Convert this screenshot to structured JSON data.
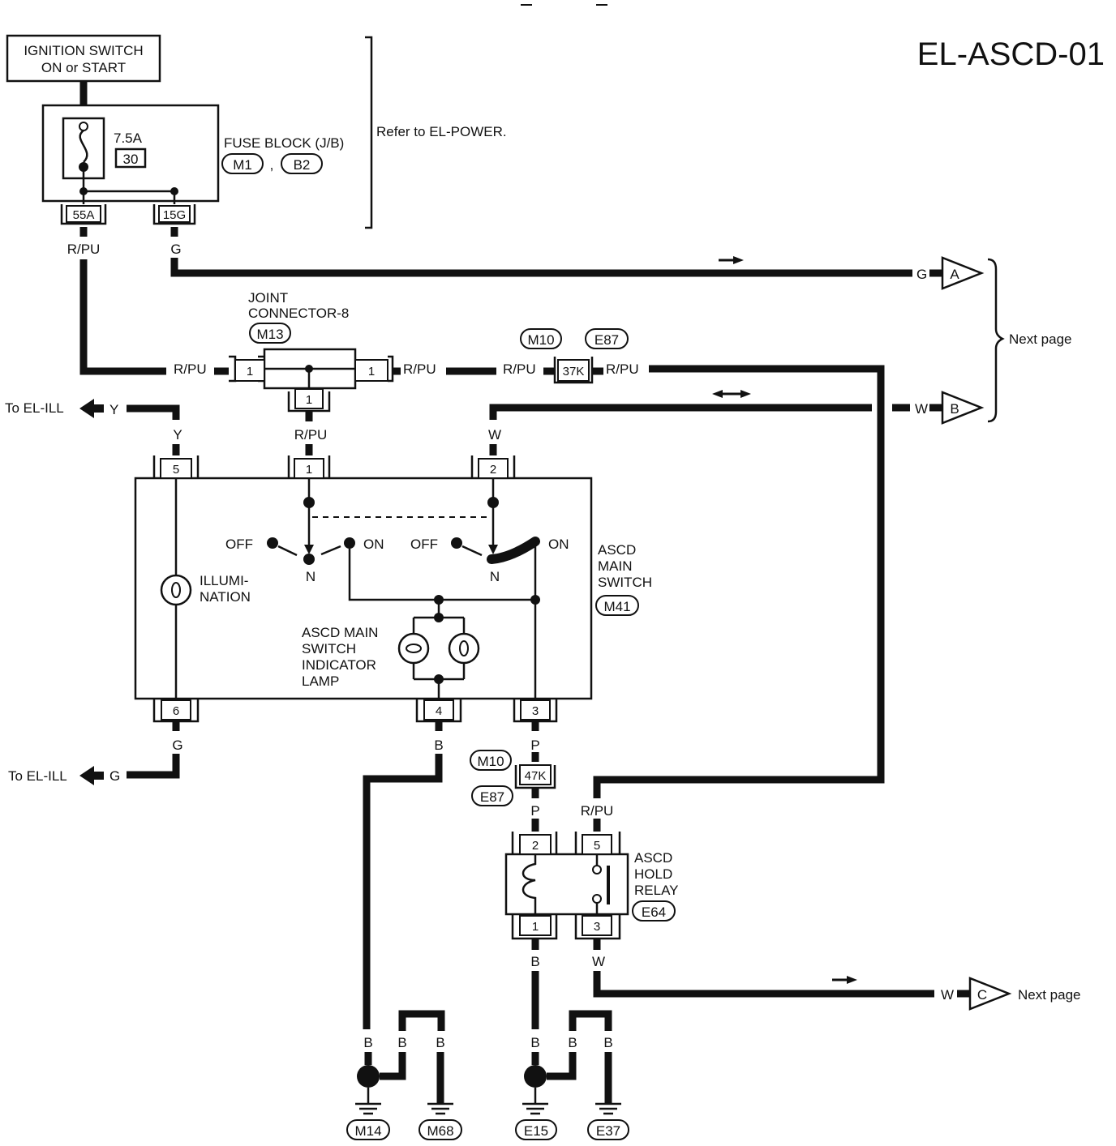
{
  "page_title": "EL-ASCD-01",
  "power_source": {
    "line1": "IGNITION SWITCH",
    "line2": "ON or START"
  },
  "fuse": {
    "rating": "7.5A",
    "number": "30"
  },
  "fuse_block": {
    "label": "FUSE BLOCK (J/B)",
    "connectors": [
      "M1",
      "B2"
    ],
    "separator": ",",
    "pins": [
      "55A",
      "15G"
    ]
  },
  "power_note": "Refer to EL-POWER.",
  "joint_connector": {
    "line1": "JOINT",
    "line2": "CONNECTOR-8",
    "id": "M13",
    "pins": [
      "1",
      "1",
      "1"
    ]
  },
  "inline_connector_1": {
    "pin": "37K",
    "ids": [
      "M10",
      "E87"
    ]
  },
  "inline_connector_2": {
    "pin": "47K",
    "ids": [
      "M10",
      "E87"
    ]
  },
  "main_switch": {
    "label": [
      "ASCD",
      "MAIN",
      "SWITCH"
    ],
    "id": "M41",
    "pins": [
      "5",
      "1",
      "2",
      "6",
      "4",
      "3"
    ],
    "positions": [
      "OFF",
      "ON",
      "N"
    ],
    "illumination": [
      "ILLUMI-",
      "NATION"
    ],
    "indicator": [
      "ASCD MAIN",
      "SWITCH",
      "INDICATOR",
      "LAMP"
    ]
  },
  "hold_relay": {
    "label": [
      "ASCD",
      "HOLD",
      "RELAY"
    ],
    "id": "E64",
    "pins": [
      "2",
      "5",
      "1",
      "3"
    ]
  },
  "wire_colors": {
    "rpu": "R/PU",
    "g": "G",
    "y": "Y",
    "w": "W",
    "b": "B",
    "p": "P"
  },
  "off_page": {
    "a": "A",
    "b": "B",
    "c": "C",
    "next_page": "Next page",
    "to_el_ill": "To EL-ILL"
  },
  "grounds": [
    "M14",
    "M68",
    "E15",
    "E37"
  ],
  "diagram": {
    "nodes": [
      "ignition-switch",
      "fuse-block",
      "joint-connector-8",
      "ascd-main-switch",
      "ascd-hold-relay",
      "ground-m14",
      "ground-m68",
      "ground-e15",
      "ground-e37",
      "off-page-a",
      "off-page-b",
      "off-page-c",
      "el-ill"
    ],
    "edges": [
      {
        "from": "ignition-switch",
        "to": "fuse-block"
      },
      {
        "from": "fuse-block",
        "to": "joint-connector-8",
        "color": "R/PU"
      },
      {
        "from": "fuse-block",
        "to": "off-page-a",
        "color": "G"
      },
      {
        "from": "joint-connector-8",
        "to": "ascd-main-switch",
        "color": "R/PU"
      },
      {
        "from": "joint-connector-8",
        "to": "ascd-hold-relay",
        "color": "R/PU"
      },
      {
        "from": "ascd-main-switch",
        "to": "off-page-b",
        "color": "W"
      },
      {
        "from": "ascd-main-switch",
        "to": "el-ill",
        "color": "Y"
      },
      {
        "from": "ascd-main-switch",
        "to": "el-ill",
        "color": "G"
      },
      {
        "from": "ascd-main-switch",
        "to": "ground-m14",
        "color": "B"
      },
      {
        "from": "ascd-main-switch",
        "to": "ascd-hold-relay",
        "color": "P"
      },
      {
        "from": "ascd-hold-relay",
        "to": "ground-e15",
        "color": "B"
      },
      {
        "from": "ascd-hold-relay",
        "to": "off-page-c",
        "color": "W"
      }
    ]
  }
}
